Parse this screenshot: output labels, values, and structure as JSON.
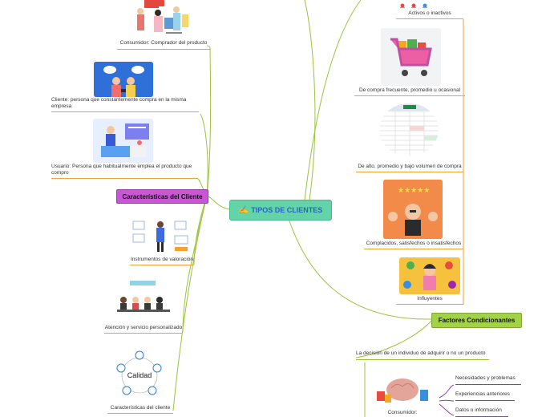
{
  "center": {
    "icon": "pencil-hand-icon",
    "title": "TIPOS DE CLIENTES"
  },
  "left_branch": {
    "title": "Características del Cliente",
    "color": "#c857d4",
    "items_top": [
      {
        "label": "Consumidor: Comprador del producto",
        "image": "shopping-sale-illustration"
      },
      {
        "label": "Cliente: persona que constantemente compra en la misma empresa",
        "image": "chat-people-illustration"
      },
      {
        "label": "Usuario: Persona que habitualmente emplea el producto que compro",
        "image": "store-counter-illustration"
      }
    ],
    "items_bottom": [
      {
        "label": "Instrumentos de valoración",
        "image": "analytics-person-illustration"
      },
      {
        "label": "Atención y servicio personalizado",
        "image": "call-center-illustration"
      },
      {
        "label": "Características del cliente",
        "image": "quality-cycle-diagram",
        "diagram_center": "Calidad"
      }
    ]
  },
  "right_branch": {
    "items": [
      {
        "label": "Activos o inactivos",
        "image": "people-icons-illustration"
      },
      {
        "label": "De compra frecuente, promedio u ocasional",
        "image": "shopping-cart-illustration"
      },
      {
        "label": "De alto, promedio y bajo volumen de compra",
        "image": "spreadsheet-illustration"
      },
      {
        "label": "Complacidos, satisfechos o insatisfechos",
        "image": "rating-stars-illustration"
      },
      {
        "label": "Influyentes",
        "image": "influencer-illustration"
      }
    ]
  },
  "factors": {
    "title": "Factores Condicionantes",
    "color": "#a3d249",
    "decision": "La decisión de un individuo de adquirir o no un producto",
    "consumer_label": "Consumidor:",
    "sub_items": [
      "Necesidades y problemas",
      "Experiencias anteriores",
      "Datos o información"
    ]
  },
  "colors": {
    "orange": "#e8a33a",
    "purple": "#8a3fb0",
    "green": "#9bc23c",
    "center": "#62d4a7"
  }
}
